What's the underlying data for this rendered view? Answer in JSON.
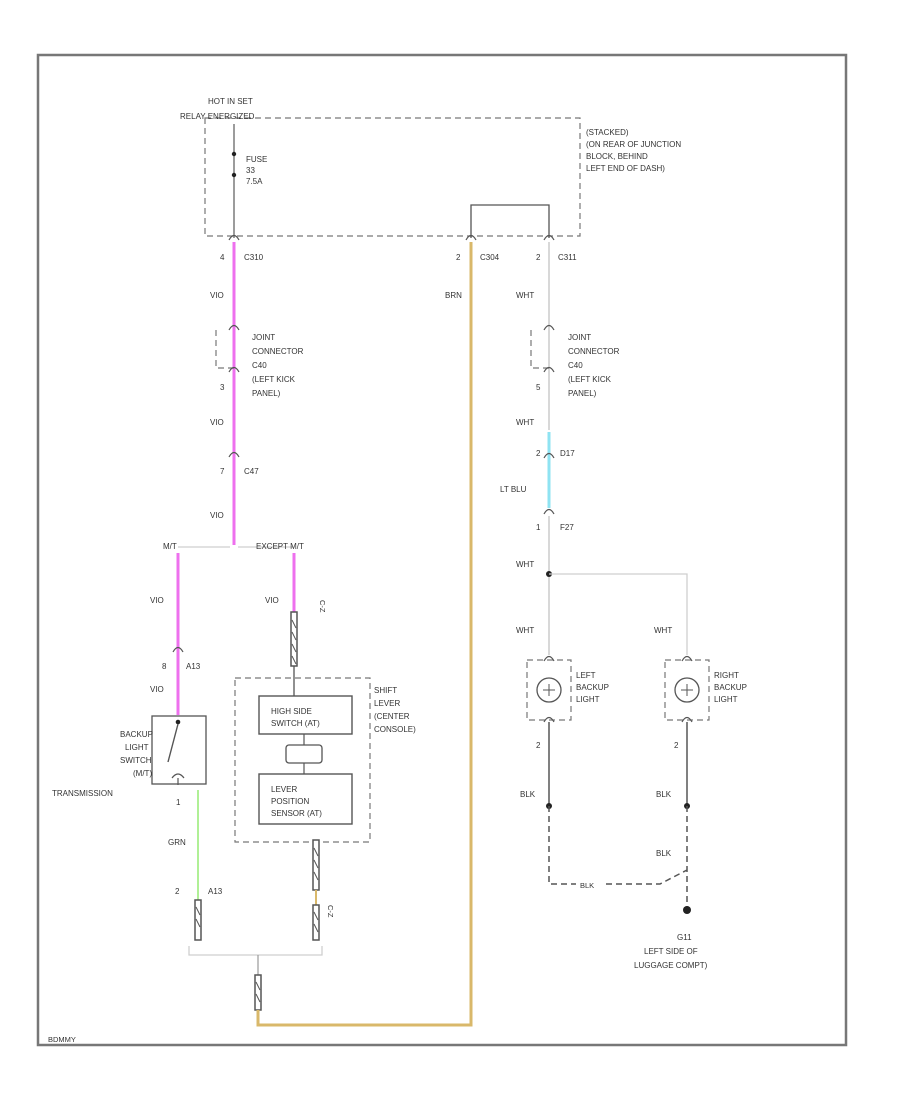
{
  "labels": {
    "hot_in": "HOT IN SET",
    "relay": "RELAY ENERGIZED",
    "fuse_name": "FUSE",
    "fuse_num": "33",
    "fuse_amp": "7.5A",
    "jb1": "(STACKED)",
    "jb2": "(ON REAR OF JUNCTION",
    "jb3": "BLOCK, BEHIND",
    "jb4": "LEFT END OF DASH)",
    "c_left_pin": "4",
    "c_left": "C310",
    "c_mid_pin": "2",
    "c_mid": "C304",
    "c_right_pin": "2",
    "c_right": "C311",
    "w_vio1": "VIO",
    "w_brn": "BRN",
    "w_wht1": "WHT",
    "jc_left_1": "JOINT",
    "jc_left_2": "CONNECTOR",
    "jc_left_3": "C40",
    "jc_left_4": "(LEFT KICK",
    "jc_left_5": "PANEL)",
    "jc_left_pin": "3",
    "jc_right_1": "JOINT",
    "jc_right_2": "CONNECTOR",
    "jc_right_3": "C40",
    "jc_right_4": "(LEFT KICK",
    "jc_right_5": "PANEL)",
    "jc_right_pin": "5",
    "w_vio2": "VIO",
    "w_wht2": "WHT",
    "c47_pin": "7",
    "c47": "C47",
    "d17_pin": "2",
    "d17": "D17",
    "w_vio3": "VIO",
    "w_ltblu": "LT BLU",
    "f27_pin": "1",
    "f27": "F27",
    "mt": "M/T",
    "except_mt": "EXCEPT M/T",
    "w_wht3": "WHT",
    "w_vio4": "VIO",
    "w_vio5": "VIO",
    "cz_vert": "C-Z",
    "a13_pin": "8",
    "a13": "A13",
    "w_vio6": "VIO",
    "w_wht4": "WHT",
    "w_wht5": "WHT",
    "blsw1": "BACKUP",
    "blsw2": "LIGHT",
    "blsw3": "SWITCH",
    "blsw4": "(M/T)",
    "trans": "TRANSMISSION",
    "hs1": "HIGH SIDE",
    "hs2": "SWITCH (AT)",
    "lps1": "LEVER",
    "lps2": "POSITION",
    "lps3": "SENSOR (AT)",
    "slc1": "SHIFT",
    "slc2": "LEVER",
    "slc3": "(CENTER",
    "slc4": "CONSOLE)",
    "lbl1": "LEFT",
    "lbl2": "BACKUP",
    "lbl3": "LIGHT",
    "rbl1": "RIGHT",
    "rbl2": "BACKUP",
    "rbl3": "LIGHT",
    "sw_pin": "1",
    "lb_pin": "2",
    "rb_pin": "2",
    "w_grn": "GRN",
    "w_blk1": "BLK",
    "w_blk2": "BLK",
    "w_blk3": "BLK",
    "w_blk4": "BLK",
    "a13b": "A13",
    "a13b_pin": "2",
    "cz2": "C-Z",
    "g_id": "G11",
    "g1": "LEFT SIDE OF",
    "g2": "LUGGAGE COMPT)",
    "footer": "BDMMY"
  },
  "colors": {
    "violet_wire": "#ee70ee",
    "brown_wire": "#d9b86a",
    "light_blue_wire": "#8fe3f2",
    "green_wire": "#a8ee8a",
    "white_wire": "#cfcfcf",
    "black_wire": "#555555"
  }
}
